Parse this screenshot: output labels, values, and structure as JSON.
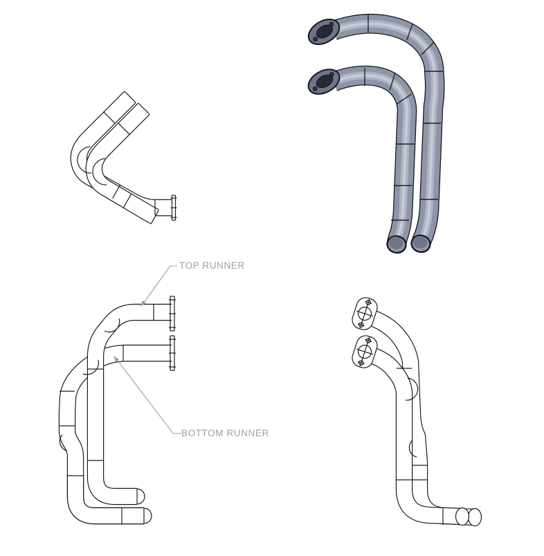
{
  "document": {
    "background": "#ffffff"
  },
  "annotations": {
    "top_runner": {
      "label": "TOP RUNNER"
    },
    "bottom_runner": {
      "label": "BOTTOM RUNNER"
    }
  },
  "views": [
    {
      "name": "runner-pair-top-view-wireframe"
    },
    {
      "name": "runner-pair-shaded-3d-render"
    },
    {
      "name": "runner-pair-side-view-wireframe"
    },
    {
      "name": "runner-pair-front-view-wireframe"
    }
  ],
  "colors": {
    "drawing_line": "#1c1c1c",
    "annotation": "#9aa0a6",
    "pipe_body": "#8d95a7",
    "pipe_highlight": "#aeb4c3",
    "pipe_highlight_bright": "#cdd1da",
    "pipe_outline": "#15181f",
    "pipe_inner": "#6f7688",
    "flange_plate": "#6e7587",
    "flange_bore": "#262a33"
  }
}
